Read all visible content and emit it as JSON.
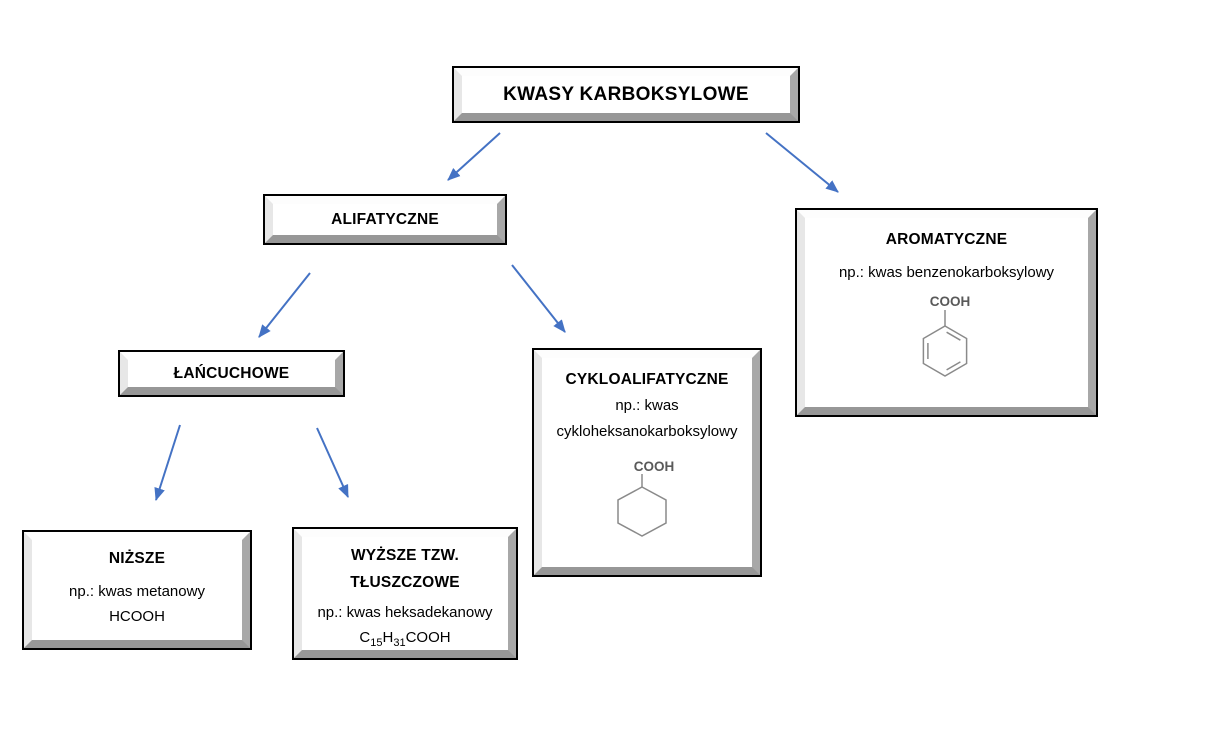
{
  "diagram": {
    "arrow_color": "#4472C4",
    "structure_color": "#8a8a8a",
    "structure_text_color": "#595959",
    "nodes": {
      "root": {
        "label": "KWASY KARBOKSYLOWE"
      },
      "alifatyczne": {
        "label": "ALIFATYCZNE"
      },
      "aromatyczne": {
        "label": "AROMATYCZNE",
        "example": "np.: kwas benzenokarboksylowy",
        "structure_name": "benzene-ring-with-cooh",
        "structure_label": "COOH"
      },
      "lancuchowe": {
        "label": "ŁAŃCUCHOWE"
      },
      "cykloalifatyczne": {
        "label": "CYKLOALIFATYCZNE",
        "example": "np.: kwas cykloheksanokarboksylowy",
        "structure_name": "cyclohexane-ring-with-cooh",
        "structure_label": "COOH"
      },
      "nizsze": {
        "label": "NIŻSZE",
        "example": "np.: kwas metanowy",
        "formula": "HCOOH"
      },
      "wyzsze": {
        "label": "WYŻSZE TZW. TŁUSZCZOWE",
        "example": "np.: kwas heksadekanowy",
        "formula": {
          "c": "C",
          "c_sub": "15",
          "h": "H",
          "h_sub": "31",
          "cooh": "COOH"
        }
      }
    }
  }
}
